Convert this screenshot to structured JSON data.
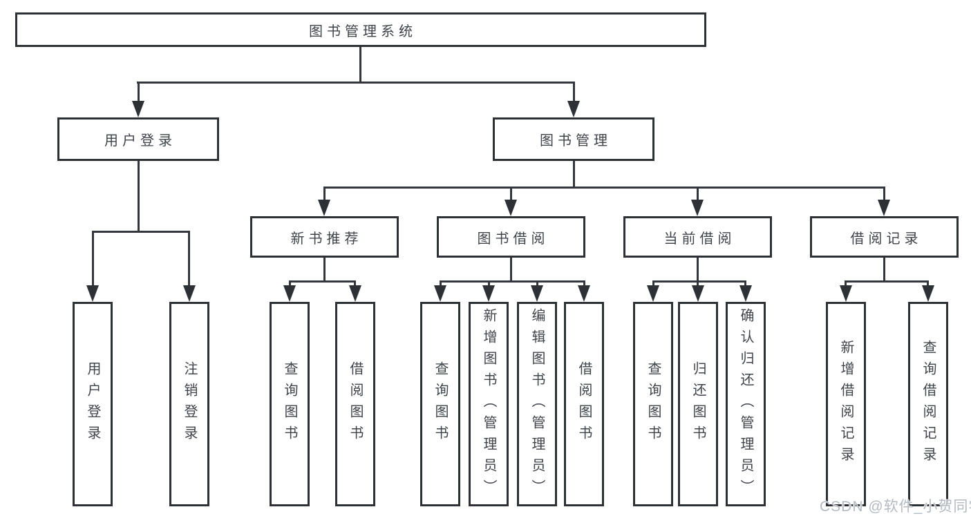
{
  "diagram_type": "hierarchy-tree",
  "root": {
    "label": "图书管理系统"
  },
  "branches": [
    {
      "label": "用户登录",
      "children": [
        {
          "label": "用户登录"
        },
        {
          "label": "注销登录"
        }
      ]
    },
    {
      "label": "图书管理",
      "children": [
        {
          "label": "新书推荐",
          "children": [
            {
              "label": "查询图书"
            },
            {
              "label": "借阅图书"
            }
          ]
        },
        {
          "label": "图书借阅",
          "children": [
            {
              "label": "查询图书"
            },
            {
              "label": "新增图书（管理员）"
            },
            {
              "label": "编辑图书（管理员）"
            },
            {
              "label": "借阅图书"
            }
          ]
        },
        {
          "label": "当前借阅",
          "children": [
            {
              "label": "查询图书"
            },
            {
              "label": "归还图书"
            },
            {
              "label": "确认归还（管理员）"
            }
          ]
        },
        {
          "label": "借阅记录",
          "children": [
            {
              "label": "新增借阅记录"
            },
            {
              "label": "查询借阅记录"
            }
          ]
        }
      ]
    }
  ],
  "watermark": {
    "text": "CSDN @软件_小贺同学",
    "color": "#b4bac2"
  },
  "colors": {
    "background": "#ffffff",
    "box_border": "#2d3035",
    "connector_line": "#33363c",
    "text": "#3f434a"
  }
}
